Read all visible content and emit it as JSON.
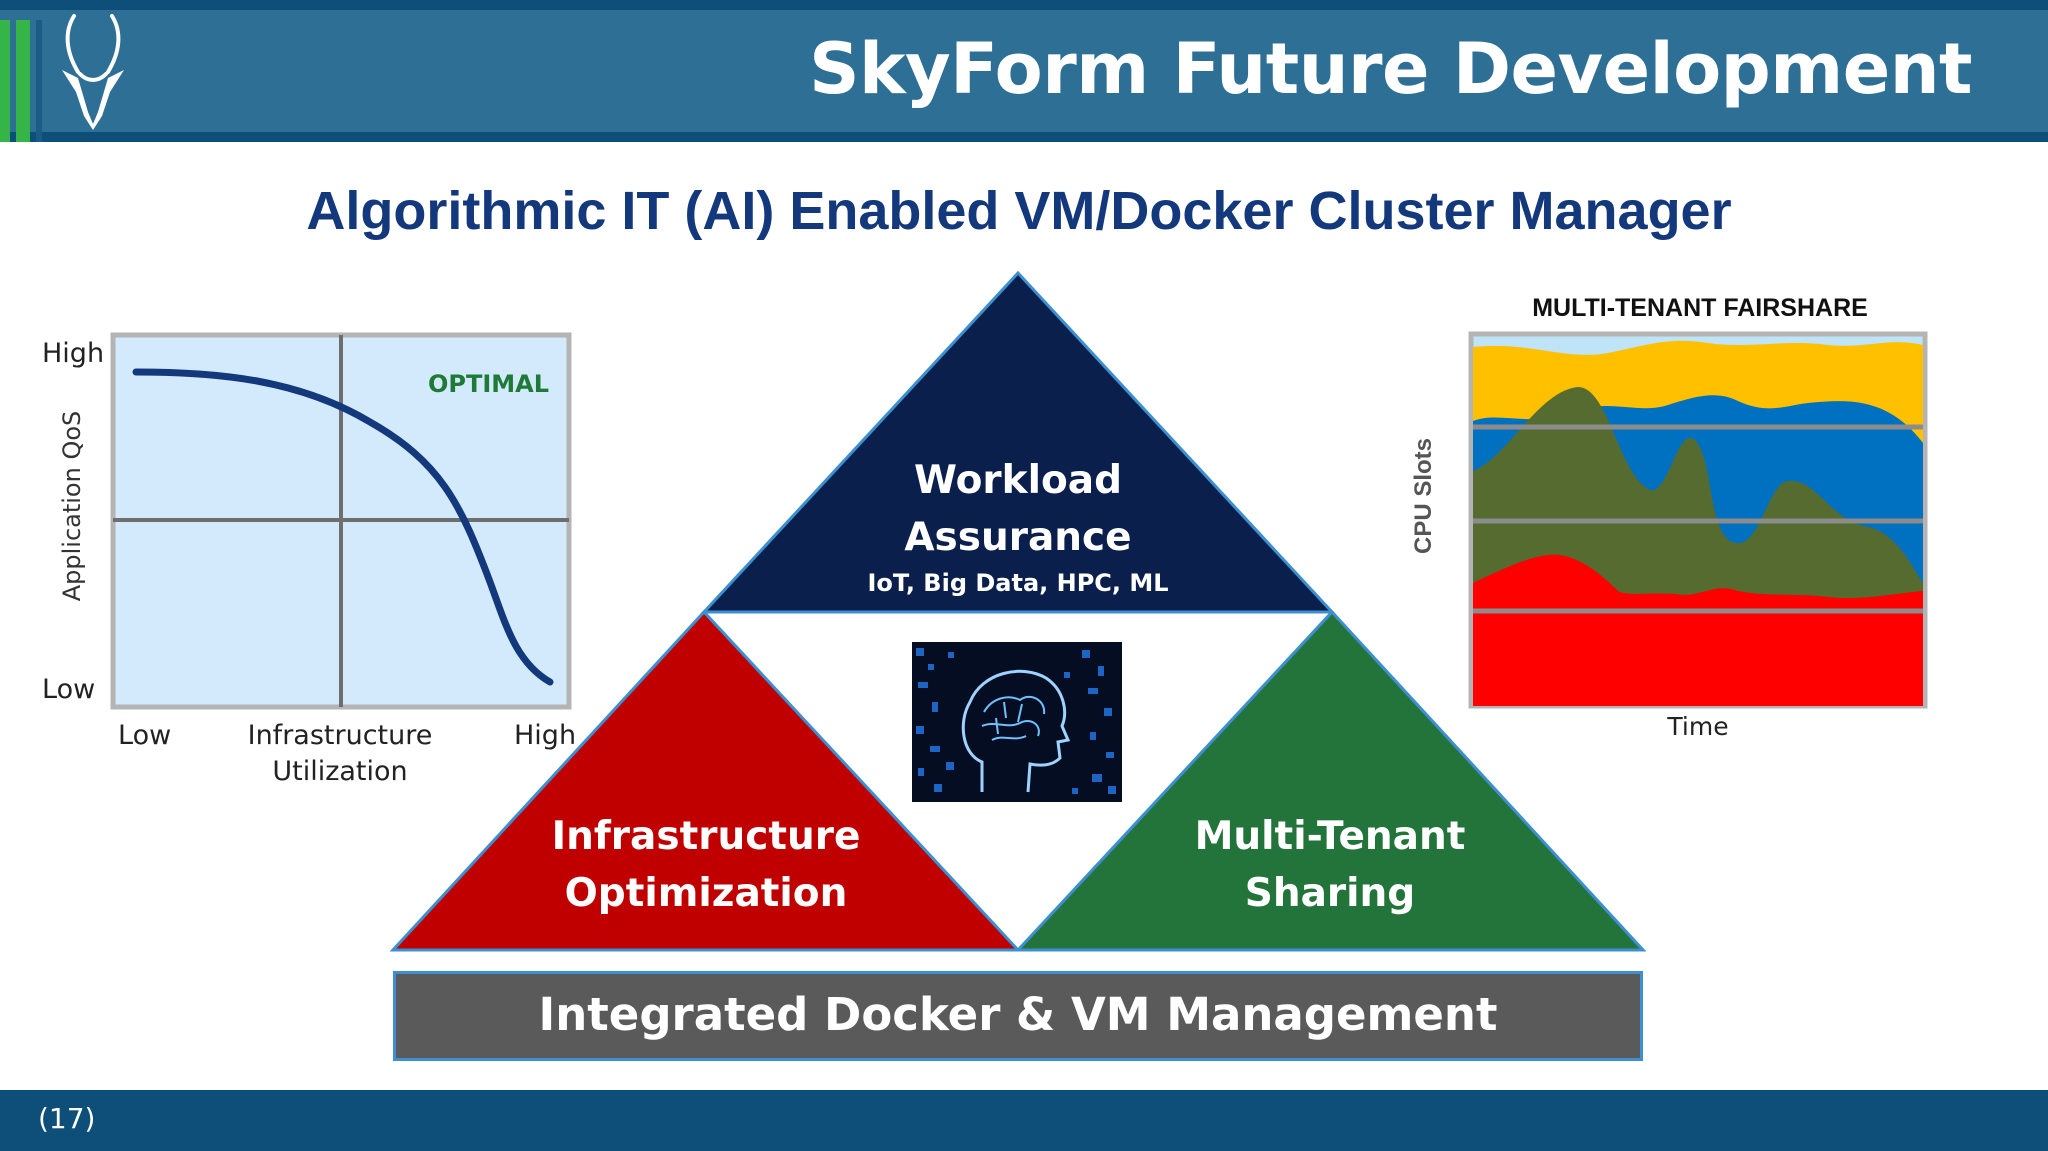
{
  "header": {
    "title": "SkyForm Future Development"
  },
  "subtitle": "Algorithmic IT (AI) Enabled VM/Docker Cluster Manager",
  "qos_chart": {
    "y_high": "High",
    "y_low": "Low",
    "y_label": "Application QoS",
    "x_low": "Low",
    "x_label_line1": "Infrastructure",
    "x_label_line2": "Utilization",
    "x_high": "High",
    "region_label": "OPTIMAL"
  },
  "pyramid": {
    "top": {
      "title_line1": "Workload",
      "title_line2": "Assurance",
      "sub": "IoT, Big Data, HPC, ML",
      "color": "#0b1f4d"
    },
    "left": {
      "title_line1": "Infrastructure",
      "title_line2": "Optimization",
      "color": "#c00000"
    },
    "right": {
      "title_line1": "Multi-Tenant",
      "title_line2": "Sharing",
      "color": "#23743a"
    },
    "base": "Integrated Docker & VM Management"
  },
  "fairshare_chart": {
    "title": "MULTI-TENANT FAIRSHARE",
    "y_label": "CPU Slots",
    "x_label": "Time"
  },
  "footer": {
    "page_number": "(17)"
  },
  "colors": {
    "header_bg": "#2e6f96",
    "footer_bg": "#0e4f7a",
    "subtitle": "#13387c",
    "accent_green": "#35b447",
    "optimal_text": "#1e7a36"
  }
}
